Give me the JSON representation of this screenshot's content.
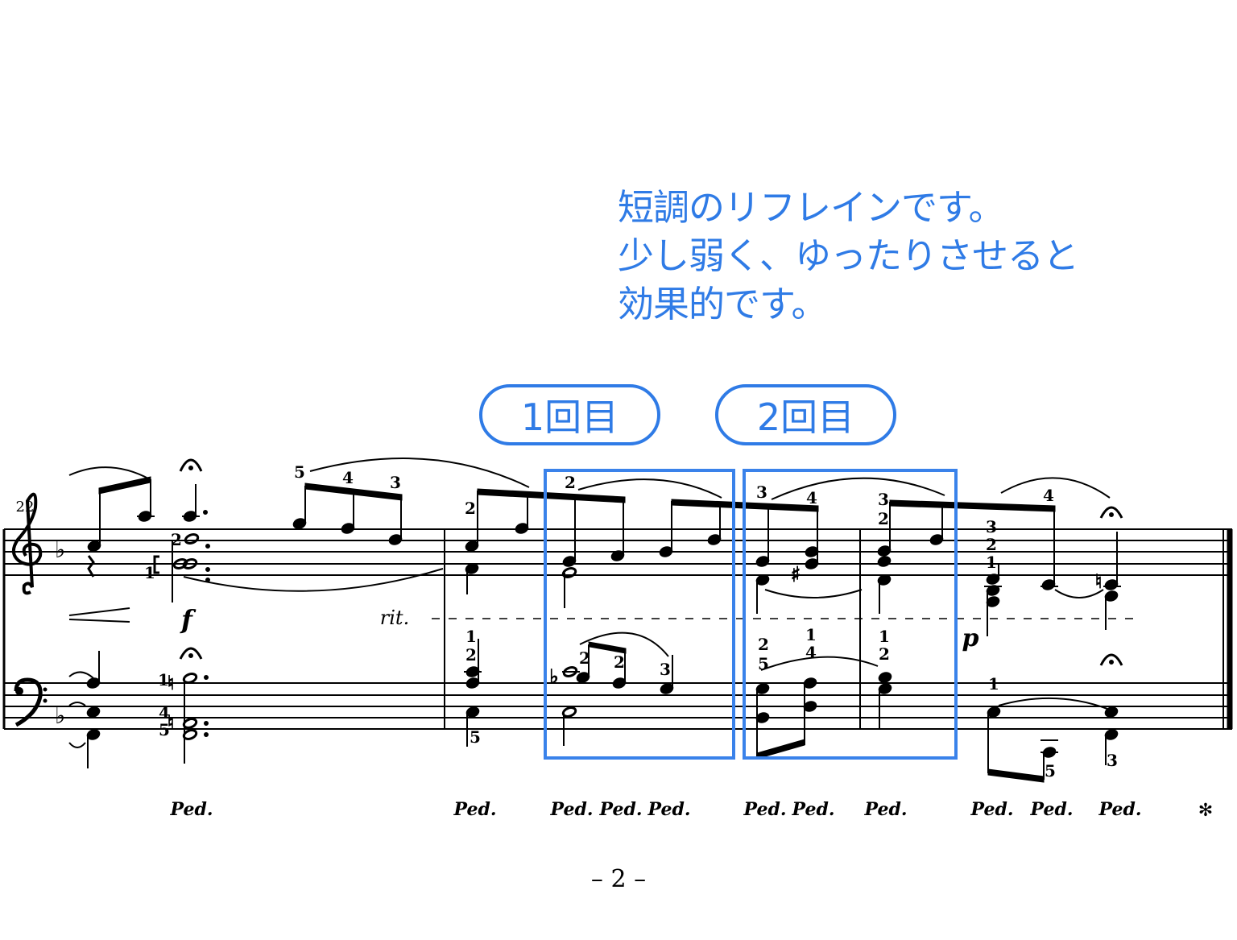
{
  "annotation": {
    "lines": [
      "短調のリフレインです。",
      "少し弱く、ゆったりさせると",
      "効果的です。"
    ],
    "color": "#2f7be6"
  },
  "endings": [
    {
      "label": "1回目"
    },
    {
      "label": "2回目"
    }
  ],
  "score": {
    "measure_number": "22",
    "dynamics": {
      "forte": "f",
      "piano": "p",
      "ritardando": "rit."
    },
    "fingerings": [
      "5",
      "4",
      "3",
      "2",
      "1",
      "1",
      "4",
      "5",
      "2",
      "2",
      "3",
      "4",
      "3",
      "2",
      "3",
      "2",
      "1",
      "4",
      "1",
      "2",
      "5",
      "2",
      "2",
      "3",
      "2",
      "5",
      "1",
      "4",
      "1",
      "2",
      "1",
      "5",
      "3"
    ],
    "pedal_marks": [
      "Ped.",
      "Ped.",
      "Ped.",
      "Ped.",
      "Ped.",
      "Ped.",
      "Ped.",
      "Ped.",
      "Ped.",
      "Ped.",
      "Ped."
    ],
    "pedal_release": "✻"
  },
  "page_number": "– 2 –"
}
